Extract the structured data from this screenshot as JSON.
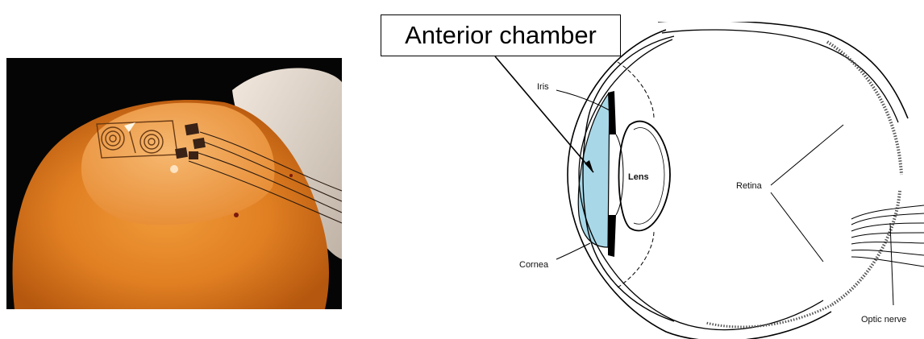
{
  "callout": {
    "label": "Anterior chamber"
  },
  "diagram": {
    "labels": {
      "iris": "Iris",
      "lens": "Lens",
      "retina": "Retina",
      "cornea": "Cornea",
      "optic_nerve": "Optic nerve"
    }
  },
  "colors": {
    "anterior_chamber_fill": "#a8d8e8",
    "photo_background": "#050505",
    "photo_tissue": "#e2862a"
  }
}
